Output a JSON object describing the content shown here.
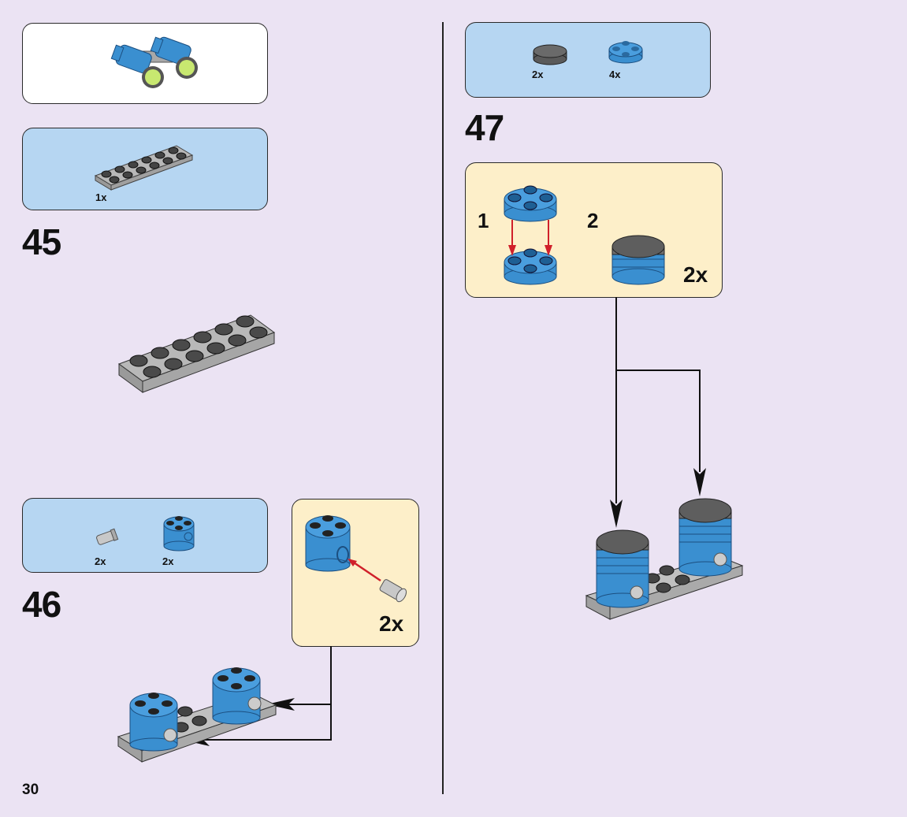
{
  "page": {
    "page_number": "30",
    "background_color": "#ebe3f3"
  },
  "colors": {
    "parts_box": "#b6d6f2",
    "submodel_box": "#fdefc9",
    "preview_box": "#ffffff",
    "brick_blue": "#3a8fd0",
    "plate_gray": "#b8b8b8",
    "tile_dark": "#5a5a5a",
    "arrow_red": "#d0202a",
    "lens_green": "#c8e870"
  },
  "preview": {
    "icon": "binoculars-model"
  },
  "step45": {
    "number": "45",
    "parts": [
      {
        "icon": "plate-2x6-gray",
        "qty": "1x"
      }
    ]
  },
  "step46": {
    "number": "46",
    "parts": [
      {
        "icon": "pin-gray",
        "qty": "2x"
      },
      {
        "icon": "round-brick-2x2-blue",
        "qty": "2x"
      }
    ],
    "submodel": {
      "qty": "2x"
    }
  },
  "step47": {
    "number": "47",
    "parts": [
      {
        "icon": "round-tile-2x2-dark-gray",
        "qty": "2x"
      },
      {
        "icon": "round-plate-2x2-blue",
        "qty": "4x"
      }
    ],
    "submodel": {
      "substep1": "1",
      "substep2": "2",
      "qty": "2x"
    }
  }
}
